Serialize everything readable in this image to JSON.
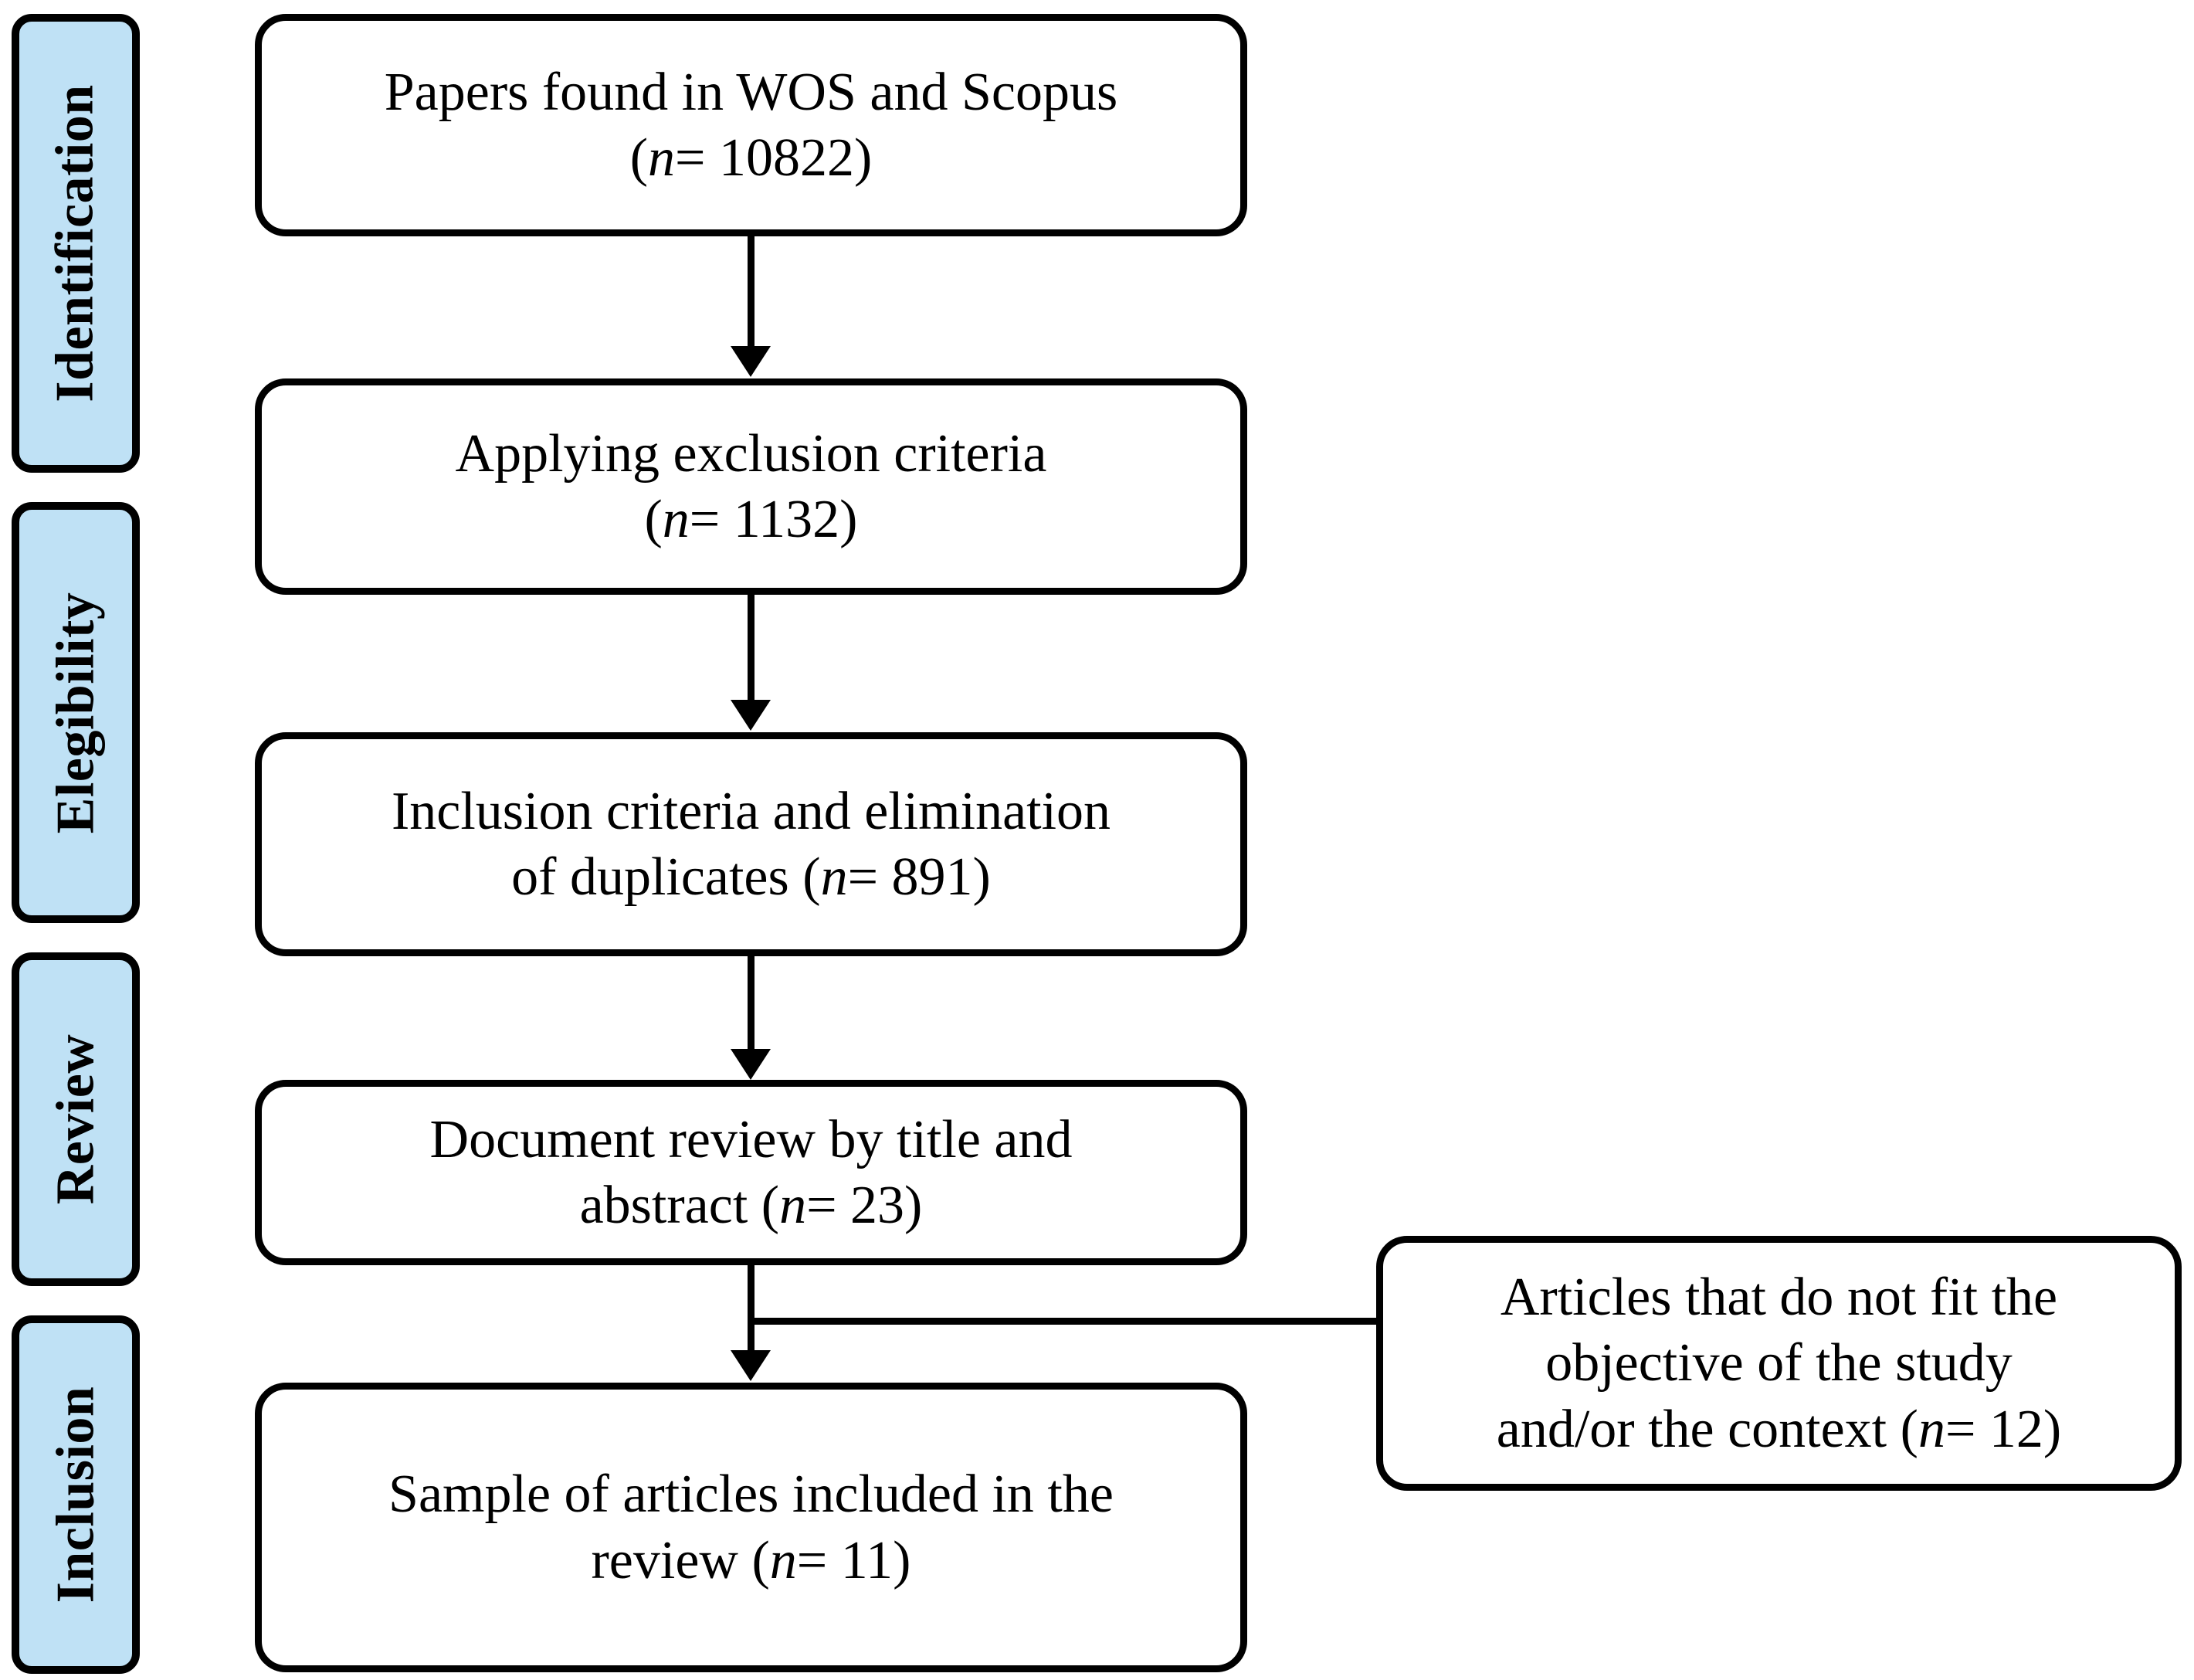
{
  "diagram": {
    "type": "prisma-flow-diagram",
    "title": "",
    "colors": {
      "phase_fill": "#bfe1f5",
      "node_fill": "#ffffff",
      "stroke": "#000000",
      "background": "#ffffff"
    },
    "phases": [
      {
        "label": "Identification"
      },
      {
        "label": "Elegibility"
      },
      {
        "label": "Review"
      },
      {
        "label": "Inclusion"
      }
    ],
    "nodes": [
      {
        "id": "papers-found",
        "line1": "Papers found in WOS and Scopus",
        "line2_prefix": "(",
        "line2_italic": "n",
        "line2_suffix": "= 10822)",
        "n_value": "10822"
      },
      {
        "id": "exclusion-criteria",
        "line1": "Applying exclusion criteria",
        "line2_prefix": "(",
        "line2_italic": "n",
        "line2_suffix": "= 1132)",
        "n_value": "1132"
      },
      {
        "id": "inclusion-criteria",
        "line1": "Inclusion criteria and elimination",
        "line2_prefix": "of duplicates (",
        "line2_italic": "n",
        "line2_suffix": "= 891)",
        "n_value": "891"
      },
      {
        "id": "document-review",
        "line1": "Document review by title and",
        "line2_prefix": "abstract (",
        "line2_italic": "n",
        "line2_suffix": "= 23)",
        "n_value": "23"
      },
      {
        "id": "sample-included",
        "line1": "Sample of articles included in the",
        "line2_prefix": "review (",
        "line2_italic": "n",
        "line2_suffix": "= 11)",
        "n_value": "11"
      }
    ],
    "excluded_node": {
      "id": "articles-excluded",
      "line1": "Articles that do not fit the",
      "line2": "objective of the study",
      "line3_prefix": "and/or the context (",
      "line3_italic": "n",
      "line3_suffix": "= 12)",
      "n_value": "12"
    },
    "edges": [
      {
        "from": "papers-found",
        "to": "exclusion-criteria",
        "direction": "down"
      },
      {
        "from": "exclusion-criteria",
        "to": "inclusion-criteria",
        "direction": "down"
      },
      {
        "from": "inclusion-criteria",
        "to": "document-review",
        "direction": "down"
      },
      {
        "from": "document-review",
        "to": "sample-included",
        "direction": "down"
      },
      {
        "from": "document-review",
        "to": "articles-excluded",
        "direction": "right"
      }
    ]
  }
}
